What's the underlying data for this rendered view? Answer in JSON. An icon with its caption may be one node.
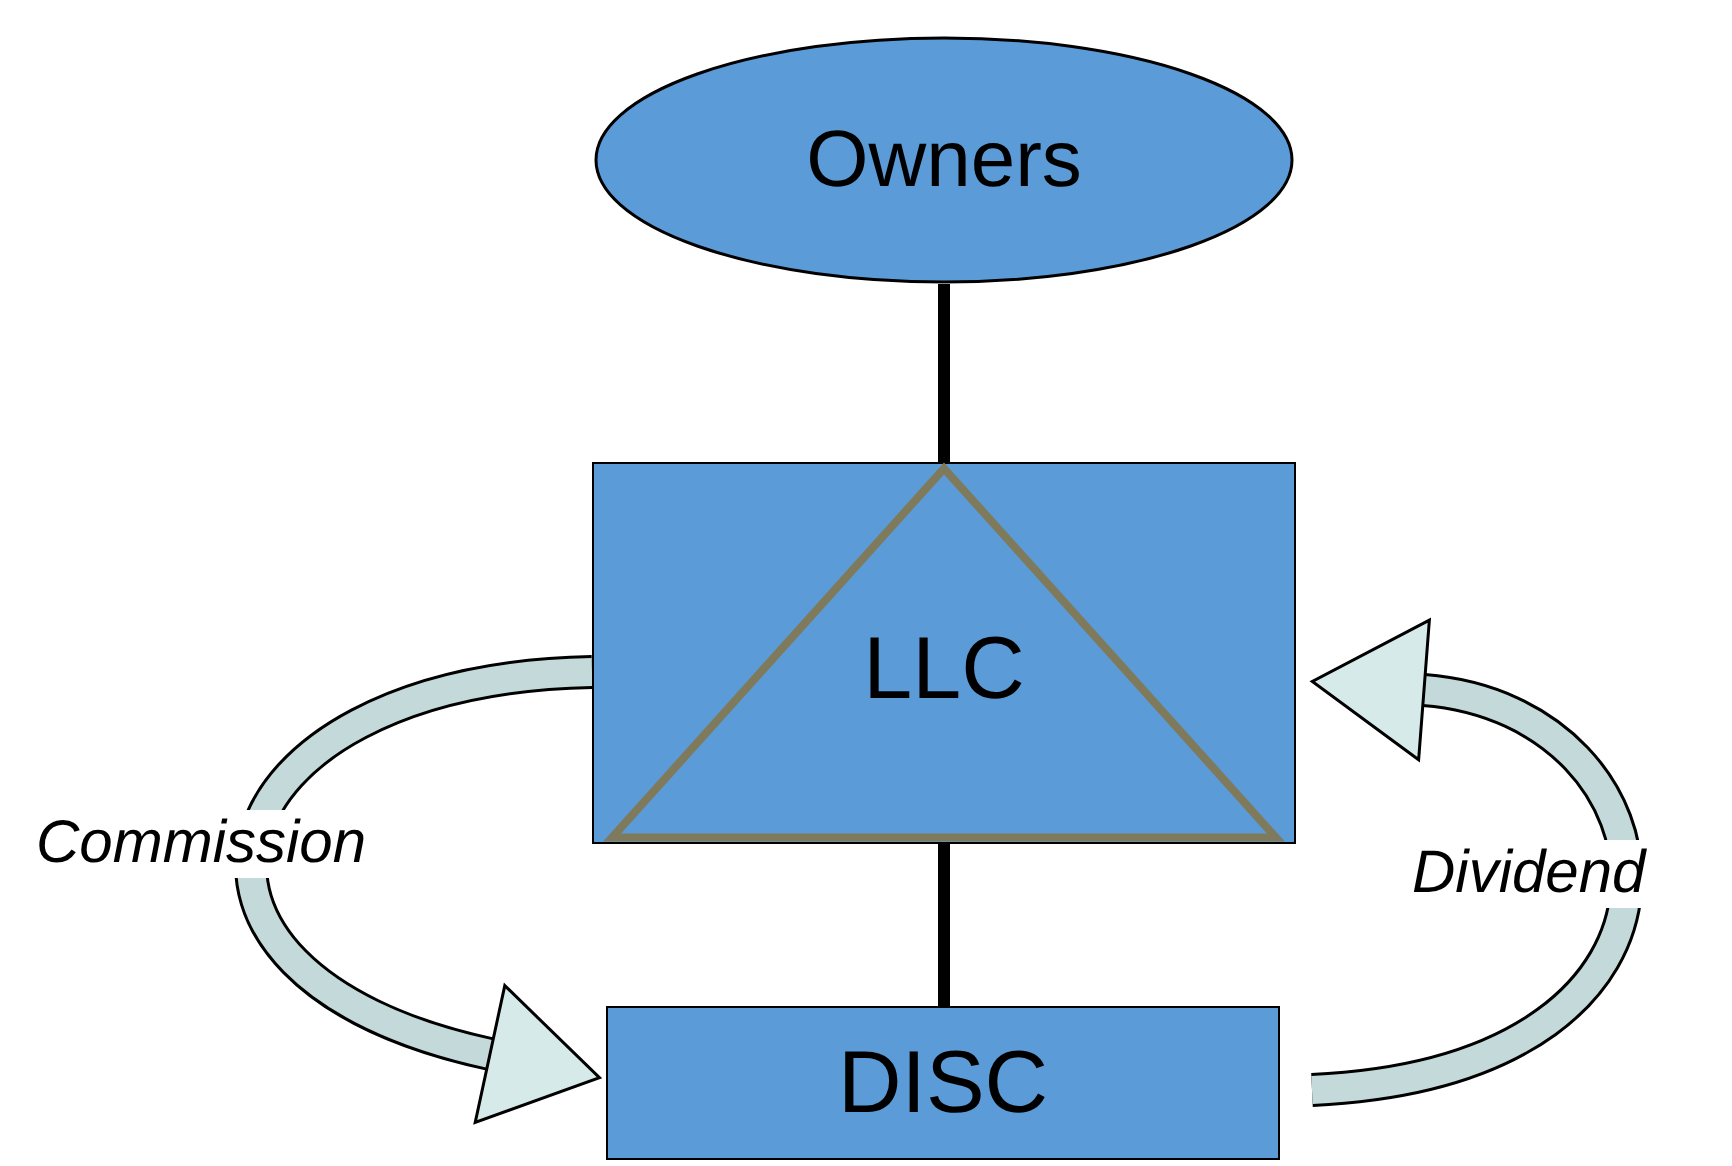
{
  "diagram": {
    "nodes": [
      {
        "text": [
          "Owners"
        ]
      },
      {
        "text": [
          "LLC"
        ]
      },
      {
        "text": [
          "DISC"
        ]
      }
    ],
    "edges": [
      {
        "from": 0,
        "to": 1,
        "arrow": "none"
      },
      {
        "from": 1,
        "to": 2,
        "arrow": "none"
      },
      {
        "from": 1,
        "to": 2,
        "arrow": "to",
        "label": "Commission",
        "style": "thick",
        "color": "#c4d9d9"
      },
      {
        "from": 2,
        "to": 1,
        "arrow": "to",
        "label": "Dividend",
        "style": "thick",
        "color": "#c4d9d9"
      }
    ]
  }
}
